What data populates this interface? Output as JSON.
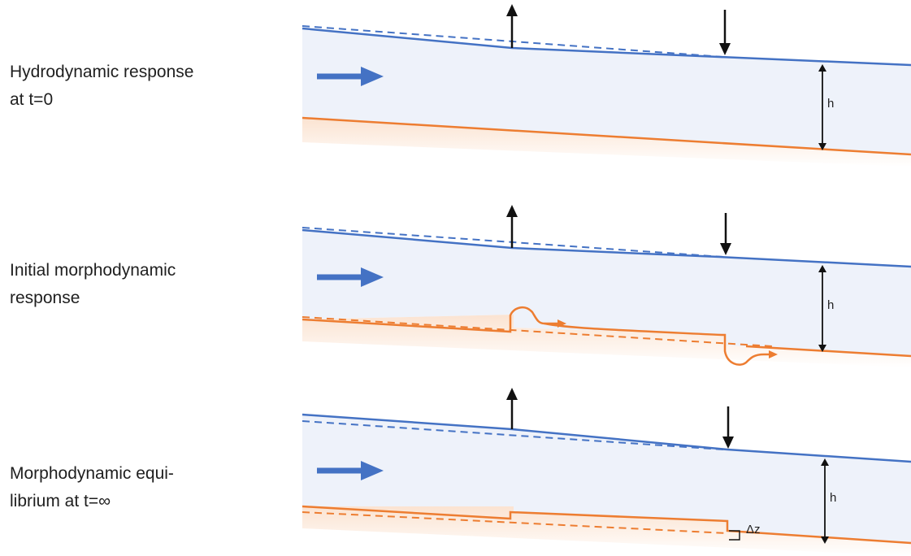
{
  "colors": {
    "water": "#4472c4",
    "water_fill": "#eef2fa",
    "bed": "#ed7d31",
    "bed_fill": "#fdf0e6",
    "arrow": "#111111",
    "flow_arrow": "#4472c4"
  },
  "rows": [
    {
      "label_lines": [
        "Hydrodynamic response",
        "at t=0"
      ],
      "depth_label": "h"
    },
    {
      "label_lines": [
        "Initial morphodynamic",
        "response"
      ],
      "depth_label": "h"
    },
    {
      "label_lines": [
        "Morphodynamic equi-",
        "librium at t=∞"
      ],
      "depth_label": "h",
      "step_label": "Δz"
    }
  ]
}
